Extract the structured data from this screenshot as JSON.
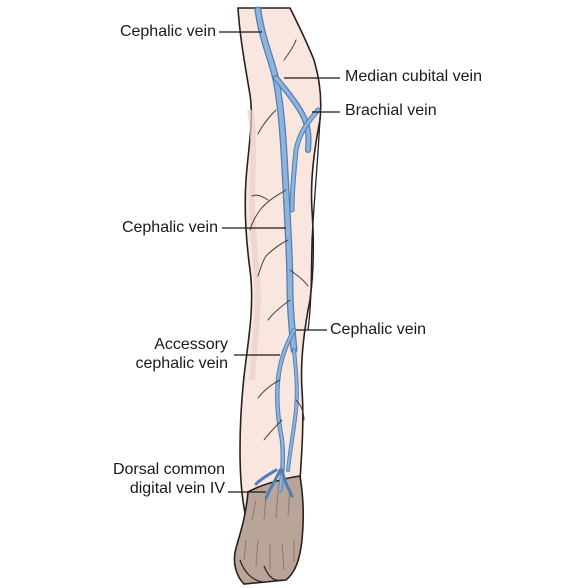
{
  "diagram": {
    "labels": {
      "cephalic_vein_top": "Cephalic vein",
      "median_cubital_vein": "Median cubital vein",
      "brachial_vein": "Brachial vein",
      "cephalic_vein_mid": "Cephalic vein",
      "cephalic_vein_lower": "Cephalic vein",
      "accessory_cephalic_line1": "Accessory",
      "accessory_cephalic_line2": "cephalic vein",
      "dorsal_common_line1": "Dorsal common",
      "dorsal_common_line2": "digital vein IV"
    },
    "colors": {
      "skin": "#f8e6df",
      "skin_shadow": "#ead0c6",
      "outline": "#2a2020",
      "vein": "#8fb3d9",
      "vein_edge": "#4f7fb8",
      "hoof_hair": "#b9a597",
      "leader": "#1a1a1a"
    }
  }
}
